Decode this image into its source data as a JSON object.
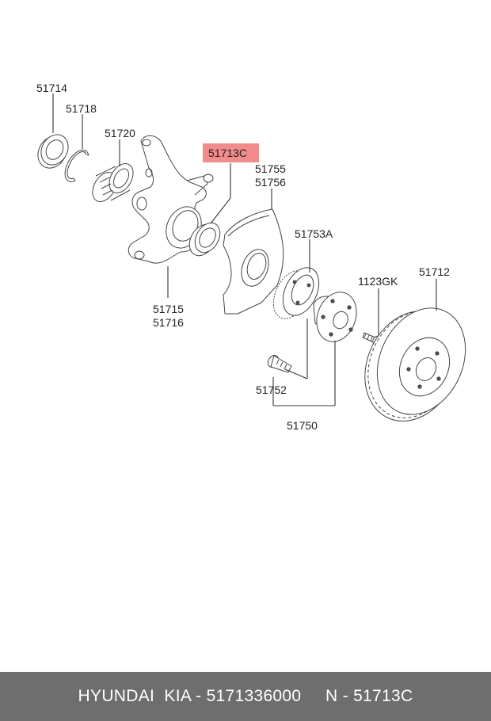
{
  "labels": {
    "p51714": "51714",
    "p51718": "51718",
    "p51720": "51720",
    "p51713c": "51713C",
    "p51755": "51755",
    "p51756": "51756",
    "p51753a": "51753A",
    "p1123gk": "1123GK",
    "p51712": "51712",
    "p51715": "51715",
    "p51716": "51716",
    "p51752": "51752",
    "p51750": "51750"
  },
  "highlight_color": "#f28b8b",
  "footer": {
    "text": "HYUNDAI  KIA - 5171336000     N - 51713C"
  }
}
